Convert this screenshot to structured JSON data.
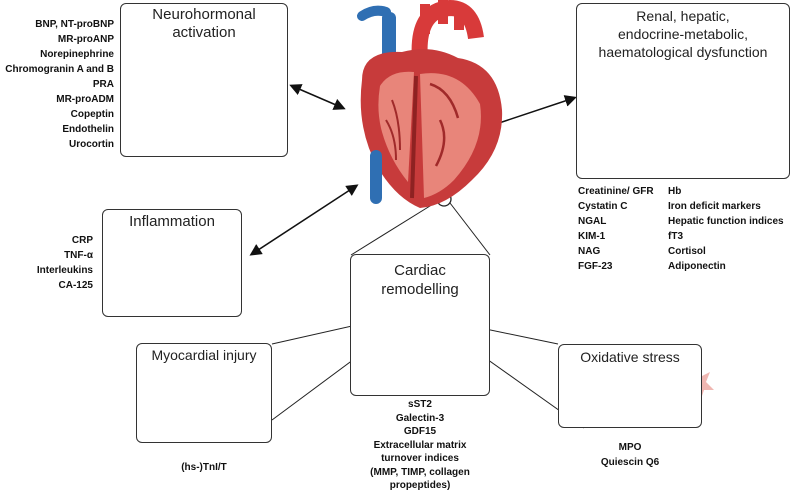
{
  "neurohormonal": {
    "title_lines": [
      "Neurohormonal",
      "activation"
    ],
    "markers": [
      "BNP, NT-proBNP",
      "MR-proANP",
      "Norepinephrine",
      "Chromogranin A and B",
      "PRA",
      "MR-proADM",
      "Copeptin",
      "Endothelin",
      "Urocortin"
    ],
    "icons": [
      "brain-icon",
      "adrenal-kidney-icon"
    ]
  },
  "renal": {
    "title_lines": [
      "Renal, hepatic,",
      "endocrine-metabolic,",
      "haematological dysfunction"
    ],
    "markers_left": [
      "Creatinine/ GFR",
      "Cystatin C",
      "NGAL",
      "KIM-1",
      "NAG",
      "FGF-23"
    ],
    "markers_right": [
      "Hb",
      "Iron deficit markers",
      "Hepatic function indices",
      "fT3",
      "Cortisol",
      "Adiponectin"
    ],
    "icons": [
      "kidney-icon",
      "liver-icon",
      "fat-cells-icon",
      "red-blood-cells-icon"
    ]
  },
  "inflammation": {
    "title": "Inflammation",
    "markers": [
      "CRP",
      "TNF-α",
      "Interleukins",
      "CA-125"
    ],
    "icons": [
      "immune-cell-icon",
      "vessel-icon"
    ]
  },
  "remodelling": {
    "title_lines": [
      "Cardiac",
      "remodelling"
    ],
    "markers": [
      "sST2",
      "Galectin-3",
      "GDF15",
      "Extracellular matrix",
      "turnover indices",
      "(MMP, TIMP, collagen",
      "propeptides)"
    ],
    "icons": [
      "myocardial-tissue-icon"
    ]
  },
  "injury": {
    "title": "Myocardial injury",
    "markers": [
      "(hs-)TnI/T"
    ],
    "icons": [
      "damaged-cell-icon"
    ]
  },
  "oxidative": {
    "title": "Oxidative stress",
    "markers": [
      "MPO",
      "Quiescin Q6"
    ],
    "icons": [
      "cardiomyocyte-icon"
    ]
  },
  "center": {
    "icons": [
      "heart-icon"
    ]
  },
  "colors": {
    "border": "#333333",
    "artery": "#d83a3a",
    "vein": "#2f6fb3",
    "accent": "#e0786e"
  }
}
